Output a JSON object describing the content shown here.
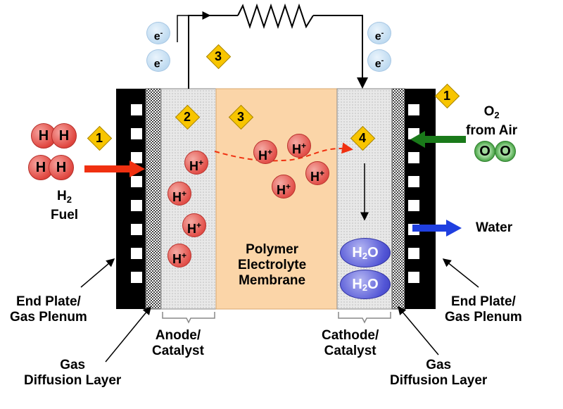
{
  "labels": {
    "h2_fuel_line1": "H",
    "h2_fuel_sub": "2",
    "h2_fuel_line2": "Fuel",
    "o2_line1": "O",
    "o2_sub": "2",
    "o2_line2": "from Air",
    "water": "Water",
    "membrane_l1": "Polymer",
    "membrane_l2": "Electrolyte",
    "membrane_l3": "Membrane",
    "anode_l1": "Anode/",
    "anode_l2": "Catalyst",
    "cathode_l1": "Cathode/",
    "cathode_l2": "Catalyst",
    "endplate_left_l1": "End Plate/",
    "endplate_left_l2": "Gas Plenum",
    "endplate_right_l1": "End Plate/",
    "endplate_right_l2": "Gas Plenum",
    "gdl_left_l1": "Gas",
    "gdl_left_l2": "Diffusion Layer",
    "gdl_right_l1": "Gas",
    "gdl_right_l2": "Diffusion Layer"
  },
  "molecules": {
    "h_atom": "H",
    "h_ion": "H",
    "plus": "+",
    "electron": "e",
    "minus": "-",
    "oxygen_atom": "O",
    "water_h": "H",
    "water_sub": "2",
    "water_o": "O"
  },
  "steps": [
    "1",
    "2",
    "3",
    "4"
  ],
  "colors": {
    "membrane": "#fbd5a8",
    "catalyst": "#d9d9d9",
    "end_plate": "#000000",
    "step_marker": "#f8c500",
    "fuel_arrow": "#f03010",
    "air_arrow": "#1a7a1a",
    "water_arrow": "#1f3fe0",
    "proton_path": "#f03010"
  }
}
